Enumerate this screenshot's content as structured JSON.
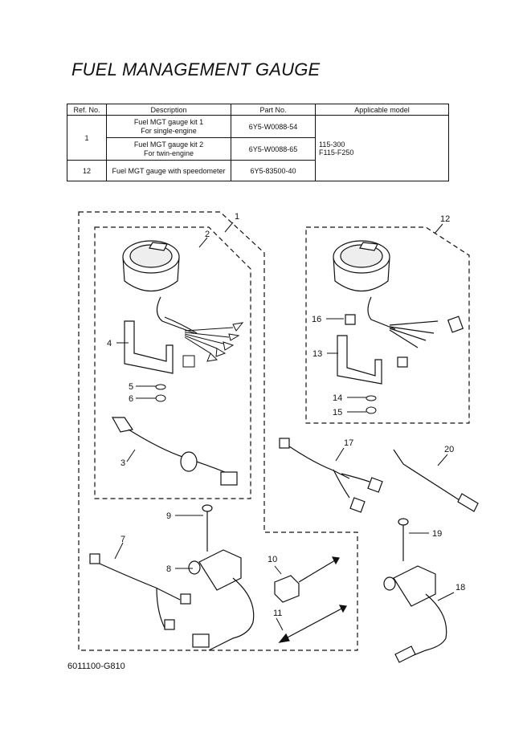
{
  "title": "FUEL MANAGEMENT GAUGE",
  "table": {
    "headers": [
      "Ref. No.",
      "Description",
      "Part No.",
      "Applicable model"
    ],
    "rows": [
      {
        "ref": "1",
        "desc1": "Fuel MGT gauge kit 1",
        "desc2": "For single-engine",
        "part": "6Y5-W0088-54"
      },
      {
        "desc1": "Fuel MGT gauge kit 2",
        "desc2": "For twin-engine",
        "part": "6Y5-W0088-65"
      },
      {
        "ref": "12",
        "desc1": "Fuel MGT gauge with speedometer",
        "part": "6Y5-83500-40"
      }
    ],
    "model_line1": "115-300",
    "model_line2": "F115-F250"
  },
  "callouts": [
    "1",
    "2",
    "3",
    "4",
    "5",
    "6",
    "7",
    "8",
    "9",
    "10",
    "11",
    "12",
    "13",
    "14",
    "15",
    "16",
    "17",
    "18",
    "19",
    "20"
  ],
  "footer_code": "6011100-G810"
}
